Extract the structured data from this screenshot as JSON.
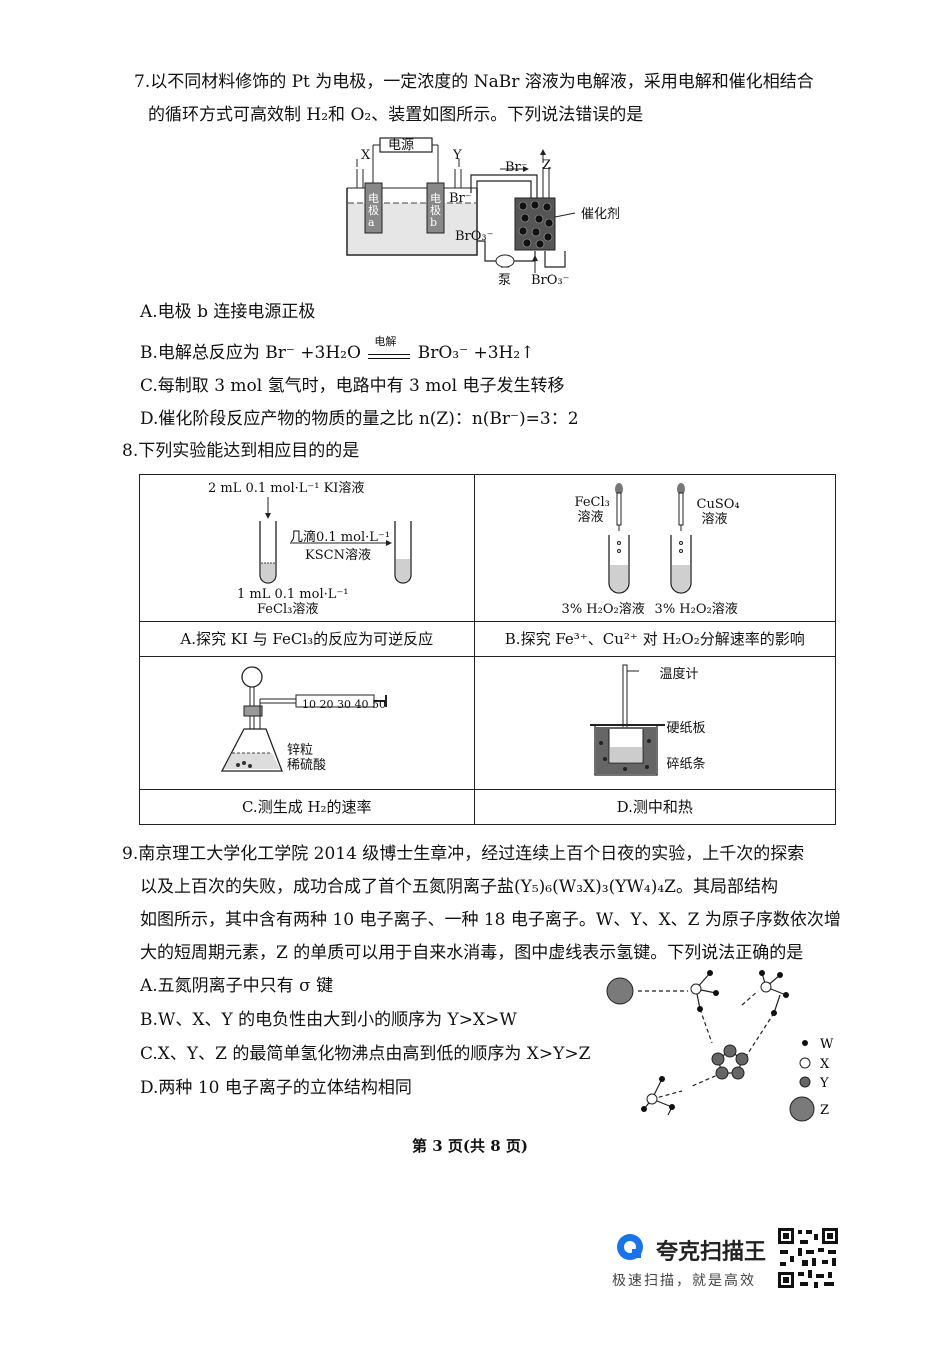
{
  "q7": {
    "line1": "7.以不同材料修饰的 Pt 为电极，一定浓度的 NaBr 溶液为电解液，采用电解和催化相结合",
    "line2": "的循环方式可高效制 H₂和 O₂、装置如图所示。下列说法错误的是",
    "figure": {
      "power": "电源",
      "x": "X",
      "y": "Y",
      "z": "Z",
      "electrode_a": "电极a",
      "electrode_b": "电极b",
      "br_minus": "Br⁻",
      "bro3_minus": "BrO₃⁻",
      "br_top": "Br⁻",
      "catalyst": "催化剂",
      "pump": "泵",
      "bro3_bottom": "BrO₃⁻"
    },
    "options": {
      "A": "A.电极 b 连接电源正极",
      "B_pre": "B.电解总反应为 Br⁻ +3H₂O",
      "B_cond": "电解",
      "B_post": "BrO₃⁻ +3H₂↑",
      "C": "C.每制取 3 mol 氢气时，电路中有 3 mol 电子发生转移",
      "D": "D.催化阶段反应产物的物质的量之比 n(Z)：n(Br⁻)=3：2"
    }
  },
  "q8": {
    "stem": "8.下列实验能达到相应目的的是",
    "cellA": {
      "top_label": "2 mL 0.1 mol·L⁻¹ KI溶液",
      "arrow_top": "几滴0.1 mol·L⁻¹",
      "arrow_bottom": "KSCN溶液",
      "bottom1": "1 mL 0.1 mol·L⁻¹",
      "bottom2": "FeCl₃溶液",
      "caption": "A.探究 KI 与 FeCl₃的反应为可逆反应"
    },
    "cellB": {
      "left_reagent1": "FeCl₃",
      "left_reagent2": "溶液",
      "right_reagent1": "CuSO₄",
      "right_reagent2": "溶液",
      "left_bottom": "3% H₂O₂溶液",
      "right_bottom": "3% H₂O₂溶液",
      "caption": "B.探究 Fe³⁺、Cu²⁺ 对 H₂O₂分解速率的影响"
    },
    "cellC": {
      "syringe_scale": "10 20 30 40 50",
      "zinc": "锌粒",
      "acid": "稀硫酸",
      "caption": "C.测生成 H₂的速率"
    },
    "cellD": {
      "thermometer": "温度计",
      "board": "硬纸板",
      "paper": "碎纸条",
      "caption": "D.测中和热"
    }
  },
  "q9": {
    "line1": "9.南京理工大学化工学院 2014 级博士生章冲，经过连续上百个日夜的实验，上千次的探索",
    "line2": "以及上百次的失败，成功合成了首个五氮阴离子盐(Y₅)₆(W₃X)₃(YW₄)₄Z。其局部结构",
    "line3": "如图所示，其中含有两种 10 电子离子、一种 18 电子离子。W、Y、X、Z 为原子序数依次增",
    "line4": "大的短周期元素，Z 的单质可以用于自来水消毒，图中虚线表示氢键。下列说法正确的是",
    "options": {
      "A": "A.五氮阴离子中只有 σ 键",
      "B": "B.W、X、Y 的电负性由大到小的顺序为 Y>X>W",
      "C": "C.X、Y、Z 的最简单氢化物沸点由高到低的顺序为 X>Y>Z",
      "D": "D.两种 10 电子离子的立体结构相同"
    },
    "legend": {
      "w": "W",
      "x": "X",
      "y": "Y",
      "z": "Z"
    }
  },
  "footer": {
    "page": "第 3 页(共 8 页)"
  },
  "watermark": {
    "name": "夸克扫描王",
    "slogan": "极速扫描，就是高效"
  }
}
